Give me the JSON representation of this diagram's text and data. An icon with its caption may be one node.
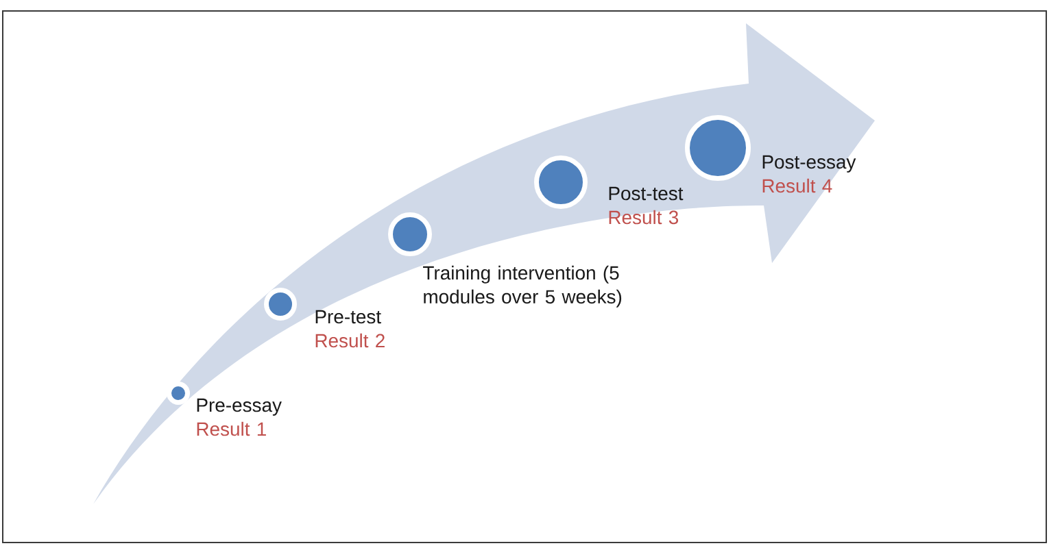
{
  "diagram": {
    "nodes": [
      {
        "text": [],
        "shape": "circle",
        "beside": [
          "Pre-essay",
          "Result 1"
        ]
      },
      {
        "text": [],
        "shape": "circle",
        "beside": [
          "Pre-test",
          "Result 2"
        ]
      },
      {
        "text": [],
        "shape": "circle",
        "beside": [
          "Training intervention (5 modules over 5 weeks)"
        ]
      },
      {
        "text": [],
        "shape": "circle",
        "beside": [
          "Post-test",
          "Result 3"
        ]
      },
      {
        "text": [],
        "shape": "circle",
        "beside": [
          "Post-essay",
          "Result 4"
        ]
      }
    ]
  }
}
